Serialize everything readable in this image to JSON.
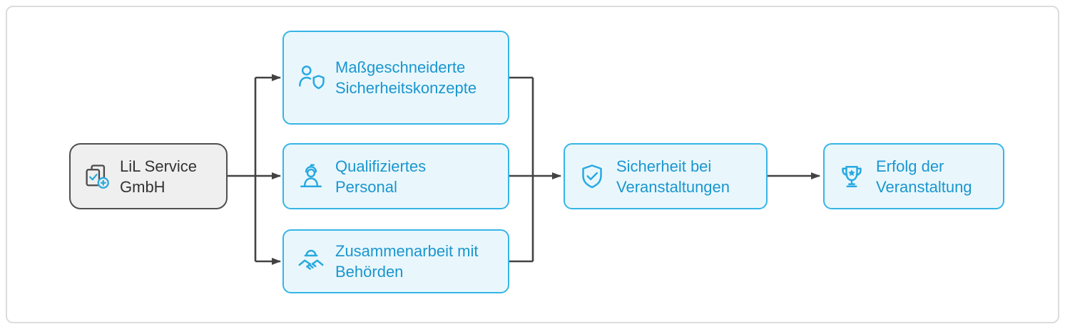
{
  "diagram": {
    "root": {
      "label": "LiL Service GmbH",
      "icon": "document-plus-icon"
    },
    "branches": [
      {
        "label": "Maßgeschneiderte Sicherheitskonzepte",
        "icon": "person-shield-icon"
      },
      {
        "label": "Qualifiziertes Personal",
        "icon": "qualified-person-icon"
      },
      {
        "label": "Zusammenarbeit mit Behörden",
        "icon": "handshake-icon"
      }
    ],
    "outcome": {
      "label": "Sicherheit bei Veranstaltungen",
      "icon": "shield-check-icon"
    },
    "result": {
      "label": "Erfolg der Veranstaltung",
      "icon": "trophy-icon"
    }
  },
  "style": {
    "accent_border": "#35b5e6",
    "accent_fill": "#e9f7fd",
    "accent_text": "#1a96ce",
    "icon_accent": "#29a9e0",
    "root_fill": "#efefef",
    "root_border": "#4f4f4f",
    "root_text": "#333333",
    "arrow_color": "#424242",
    "frame_border": "#dcdcdc"
  }
}
